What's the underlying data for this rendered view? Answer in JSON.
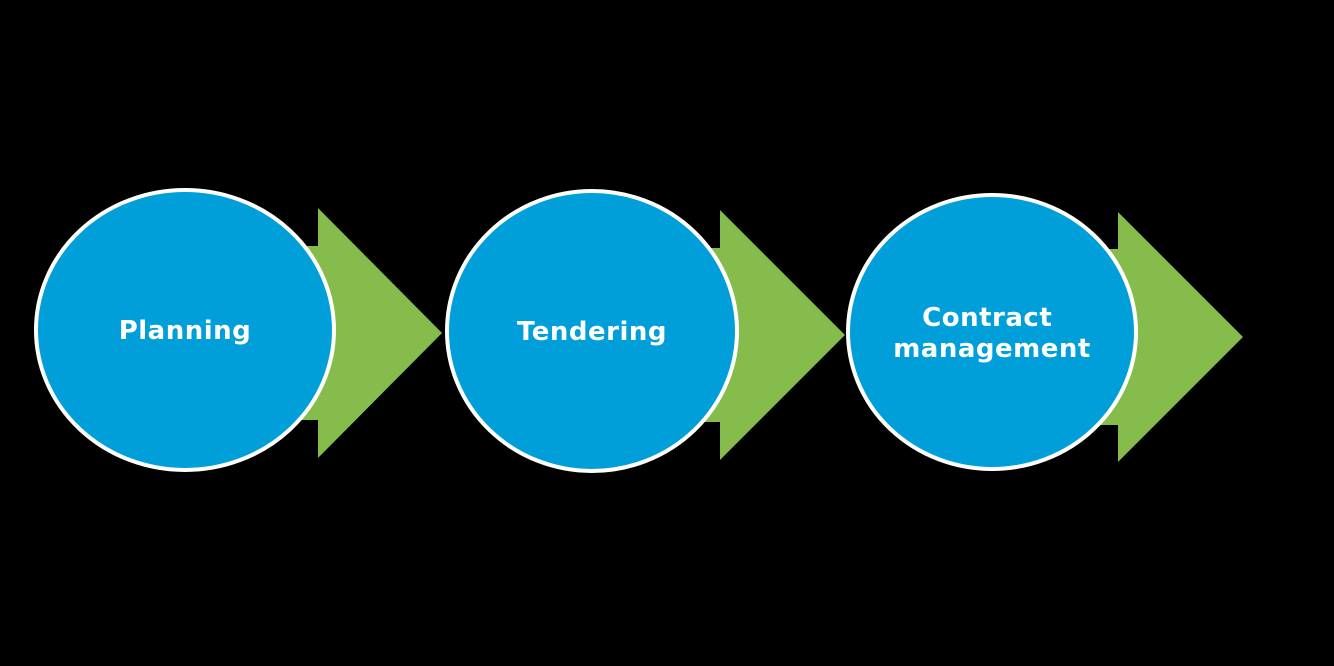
{
  "diagram": {
    "background_color": "#000000",
    "circle_fill": "#009FD9",
    "circle_stroke": "#FFFFFF",
    "arrow_fill": "#86BC4B",
    "stages": [
      {
        "label_lines": [
          "Planning"
        ]
      },
      {
        "label_lines": [
          "Tendering"
        ]
      },
      {
        "label_lines": [
          "Contract",
          "management"
        ]
      }
    ]
  }
}
